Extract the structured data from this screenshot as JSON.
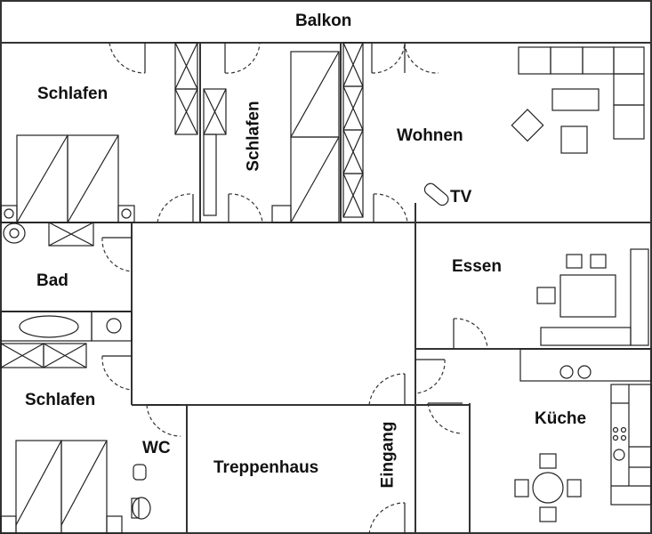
{
  "rooms": {
    "balcony": "Balkon",
    "bedroom_1": "Schlafen",
    "bedroom_2": "Schlafen",
    "living": "Wohnen",
    "tv": "TV",
    "bathroom": "Bad",
    "dining": "Essen",
    "bedroom_3": "Schlafen",
    "wc": "WC",
    "stairwell": "Treppenhaus",
    "entrance": "Eingang",
    "kitchen": "Küche"
  }
}
